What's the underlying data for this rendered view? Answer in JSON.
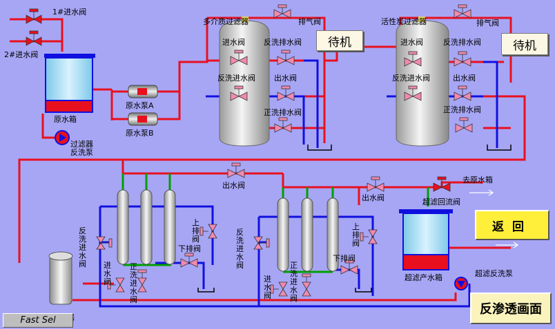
{
  "labels": {
    "inlet_valve_1": "1#进水阀",
    "inlet_valve_2": "2#进水阀",
    "raw_tank": "原水箱",
    "filter_backwash_pump": "过滤器\n反洗泵",
    "raw_pump_a": "原水泵A",
    "raw_pump_b": "原水泵B",
    "multimedia_filter": "多介质过滤器",
    "carbon_filter": "活性炭过滤器",
    "vent_valve": "排气阀",
    "inlet_valve": "进水阀",
    "backwash_drain_valve": "反洗排水阀",
    "backwash_inlet_valve": "反洗进水阀",
    "outlet_valve": "出水阀",
    "rinse_drain_valve": "正洗排水阀",
    "to_raw_tank": "去原水箱",
    "uf_return_valve": "超滤回流阀",
    "uf_product_tank": "超滤产水箱",
    "uf_backwash_pump": "超滤反洗泵",
    "backwash_inlet_vertical": "反洗进水阀",
    "upper_drain": "上排阀",
    "lower_drain": "下排阀",
    "inlet_vertical": "进水阀",
    "rinse_inlet_vertical": "正洗进水阀",
    "security_filter_tail": "滤器"
  },
  "status": {
    "mm_filter": "待机",
    "carbon_filter": "待机"
  },
  "buttons": {
    "return": "返回",
    "ro_screen": "反渗透画面",
    "fast_sel": "Fast Sel"
  },
  "colors": {
    "background": "#a7a6f5",
    "pipe_red": "#e8101e",
    "pipe_blue": "#1010e0",
    "pipe_green": "#00a000",
    "valve_pink": "#f08ab0"
  }
}
